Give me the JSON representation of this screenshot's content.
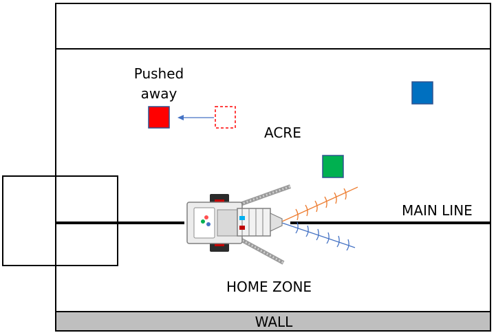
{
  "labels": {
    "pushed_line1": "Pushed",
    "pushed_line2": "away",
    "acre": "ACRE",
    "main_line": "MAIN LINE",
    "home_zone": "HOME ZONE",
    "wall": "WALL"
  },
  "colors": {
    "red_block": "#ff0000",
    "blue_block": "#0070c0",
    "green_block": "#00b050",
    "ghost_block_outline": "#ff0000",
    "arrow": "#4472c4",
    "orange_sensor": "#ed7d31",
    "blue_sensor": "#4472c4",
    "wall_fill": "#bfbfbf"
  },
  "icons": {
    "robot": "robot-icon",
    "arrow": "arrow-left-icon"
  }
}
